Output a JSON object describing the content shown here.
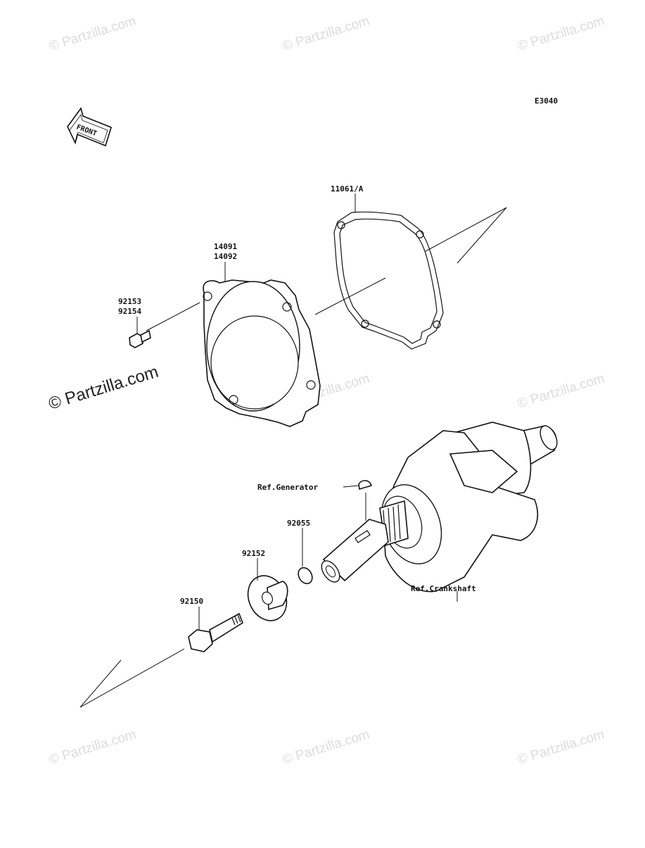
{
  "diagram_code": "E3040",
  "front_arrow_text": "FRONT",
  "watermark": "© Partzilla.com",
  "parts": {
    "gasket": "11061/A",
    "cover_a": "14091",
    "cover_b": "14092",
    "bolt_small_a": "92153",
    "bolt_small_b": "92154",
    "o_ring": "92055",
    "washer": "92152",
    "bolt_large": "92150"
  },
  "references": {
    "generator": "Ref.Generator",
    "crankshaft": "Ref.Crankshaft"
  }
}
